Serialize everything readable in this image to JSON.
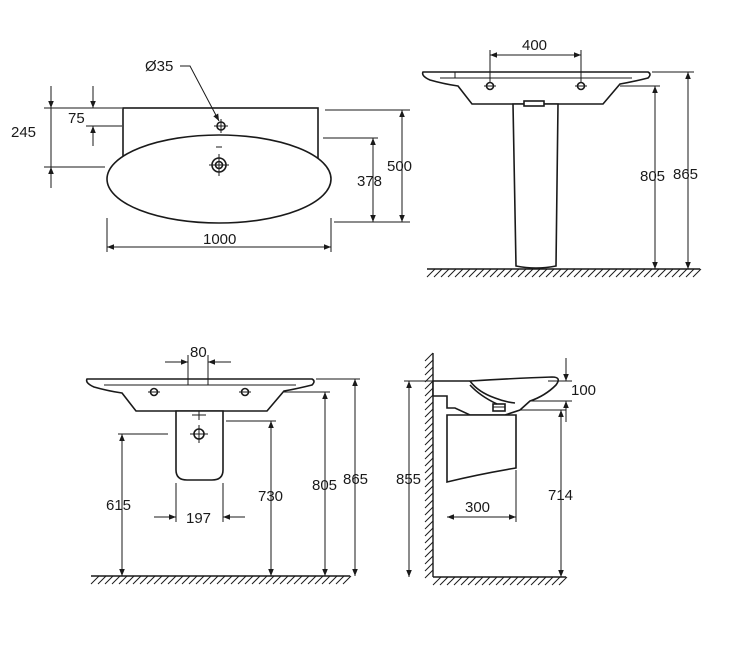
{
  "views": {
    "top": {
      "hole_diameter": "Ø35",
      "dim_back_depth": "75",
      "dim_tap_depth": "245",
      "dim_bowl_depth": "378",
      "dim_total_depth": "500",
      "dim_width": "1000"
    },
    "side_pedestal": {
      "dim_pedestal_width": "400",
      "dim_rim_height": "805",
      "dim_top_height": "865"
    },
    "front_semi_pedestal": {
      "dim_center_offset": "80",
      "dim_drain_height": "615",
      "dim_pedestal_width": "197",
      "dim_pedestal_bottom_height": "730",
      "dim_rim_height": "805",
      "dim_top_height": "865"
    },
    "side_semi_pedestal": {
      "dim_basin_depth": "100",
      "dim_wall_height": "855",
      "dim_projection": "300",
      "dim_pedestal_bottom_height": "714"
    }
  },
  "colors": {
    "line": "#1a1a1a",
    "background": "#ffffff"
  }
}
